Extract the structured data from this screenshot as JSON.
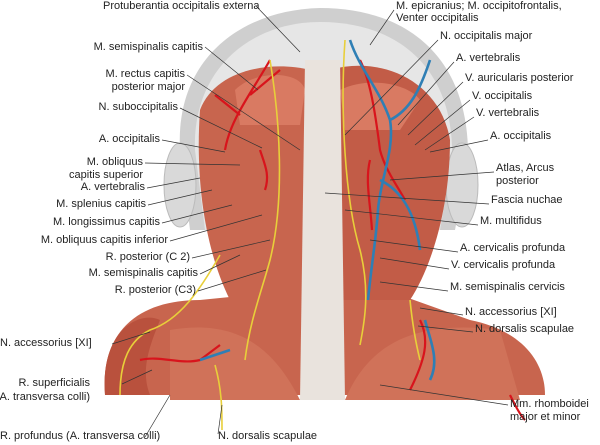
{
  "figure": {
    "labels_left": [
      {
        "id": "protuberantia",
        "text": "Protuberantia occipitalis externa"
      },
      {
        "id": "semispinalis1",
        "text": "M. semispinalis capitis"
      },
      {
        "id": "rectus1",
        "text": "M. rectus capitis"
      },
      {
        "id": "rectus2",
        "text": "posterior major"
      },
      {
        "id": "suboccipitalis",
        "text": "N. suboccipitalis"
      },
      {
        "id": "occipitalis_a_l",
        "text": "A. occipitalis"
      },
      {
        "id": "obliquus_sup1",
        "text": "M. obliquus"
      },
      {
        "id": "obliquus_sup2",
        "text": "capitis superior"
      },
      {
        "id": "vertebralis_a_l",
        "text": "A. vertebralis"
      },
      {
        "id": "splenius",
        "text": "M. splenius capitis"
      },
      {
        "id": "longissimus",
        "text": "M. longissimus capitis"
      },
      {
        "id": "obliquus_inf",
        "text": "M. obliquus capitis inferior"
      },
      {
        "id": "rpost_c2",
        "text": "R. posterior (C 2)"
      },
      {
        "id": "semispinalis2",
        "text": "M. semispinalis capitis"
      },
      {
        "id": "rpost_c3",
        "text": "R. posterior (C3)"
      },
      {
        "id": "accessorius_l",
        "text": "N. accessorius [XI]"
      },
      {
        "id": "superficialis1",
        "text": "R. superficialis"
      },
      {
        "id": "superficialis2",
        "text": "(A. transversa colli)"
      },
      {
        "id": "profundus",
        "text": "R. profundus (A. transversa colli)"
      },
      {
        "id": "dorsalis_scap_b",
        "text": "N. dorsalis scapulae"
      }
    ],
    "labels_right": [
      {
        "id": "epicranius1",
        "text": "M. epicranius; M. occipitofrontalis,"
      },
      {
        "id": "epicranius2",
        "text": "Venter occipitalis"
      },
      {
        "id": "occ_major",
        "text": "N. occipitalis major"
      },
      {
        "id": "vertebralis_a_r",
        "text": "A. vertebralis"
      },
      {
        "id": "auricularis",
        "text": "V. auricularis posterior"
      },
      {
        "id": "occipitalis_v",
        "text": "V. occipitalis"
      },
      {
        "id": "vertebralis_v",
        "text": "V. vertebralis"
      },
      {
        "id": "occipitalis_a_r",
        "text": "A. occipitalis"
      },
      {
        "id": "atlas1",
        "text": "Atlas, Arcus"
      },
      {
        "id": "atlas2",
        "text": "posterior"
      },
      {
        "id": "fascia",
        "text": "Fascia nuchae"
      },
      {
        "id": "multifidus",
        "text": "M. multifidus"
      },
      {
        "id": "cerv_a",
        "text": "A. cervicalis profunda"
      },
      {
        "id": "cerv_v",
        "text": "V. cervicalis profunda"
      },
      {
        "id": "semisp_cerv",
        "text": "M. semispinalis cervicis"
      },
      {
        "id": "accessorius_r",
        "text": "N. accessorius [XI]"
      },
      {
        "id": "dorsalis_scap_r",
        "text": "N. dorsalis scapulae"
      },
      {
        "id": "rhomboidei1",
        "text": "Mm. rhomboidei"
      },
      {
        "id": "rhomboidei2",
        "text": "major et minor"
      }
    ],
    "colors": {
      "muscle": "#c8654e",
      "muscle_light": "#e29a80",
      "artery": "#d8141c",
      "vein": "#2f7fb5",
      "nerve": "#e8cf3a",
      "bone": "#d8d8d8",
      "fascia": "#e9e3dd"
    }
  }
}
